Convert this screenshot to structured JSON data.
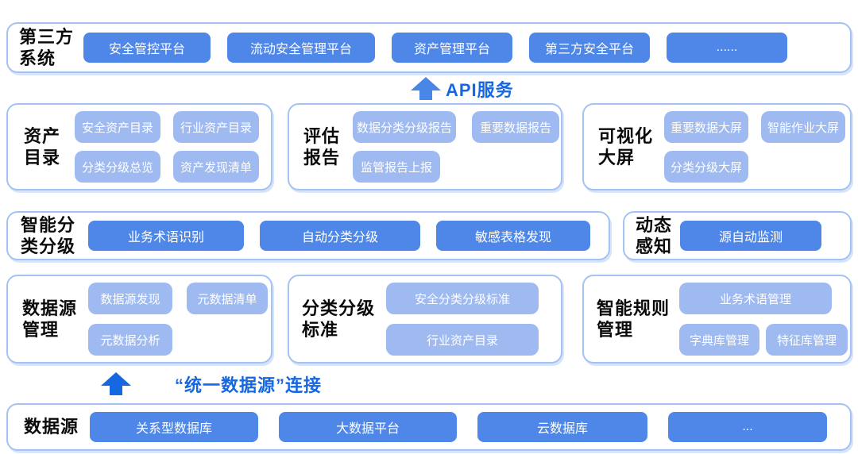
{
  "colors": {
    "dark_btn": "#4e87e8",
    "light_btn": "#9fbaf1",
    "panel_border": "#a4c3f3",
    "arrow_text": "#1667e0",
    "arrow_light": "#4a86e8"
  },
  "arrows": {
    "api": {
      "label": "API服务"
    },
    "unified": {
      "label": "“统一数据源”连接"
    }
  },
  "sections": {
    "third_party": {
      "label_lines": [
        "第三方",
        "系统"
      ],
      "items": [
        "安全管控平台",
        "流动安全管理平台",
        "资产管理平台",
        "第三方安全平台",
        "......"
      ]
    },
    "asset_catalog": {
      "label_lines": [
        "资产",
        "目录"
      ],
      "items": [
        "安全资产目录",
        "行业资产目录",
        "分类分级总览",
        "资产发现清单"
      ]
    },
    "assessment_report": {
      "label_lines": [
        "评估",
        "报告"
      ],
      "items": [
        "数据分类分级报告",
        "重要数据报告",
        "监管报告上报"
      ]
    },
    "visual_screen": {
      "label_lines": [
        "可视化",
        "大屏"
      ],
      "items": [
        "重要数据大屏",
        "智能作业大屏",
        "分类分级大屏"
      ]
    },
    "intelligent_classification": {
      "label_lines": [
        "智能分",
        "类分级"
      ],
      "items": [
        "业务术语识别",
        "自动分类分级",
        "敏感表格发现"
      ]
    },
    "dynamic_sensing": {
      "label_lines": [
        "动态",
        "感知"
      ],
      "items": [
        "源自动监测"
      ]
    },
    "datasource_mgmt": {
      "label_lines": [
        "数据源",
        "管理"
      ],
      "items": [
        "数据源发现",
        "元数据清单",
        "元数据分析"
      ]
    },
    "classification_standard": {
      "label_lines": [
        "分类分级",
        "标准"
      ],
      "items": [
        "安全分类分级标准",
        "行业资产目录"
      ]
    },
    "rule_mgmt": {
      "label_lines": [
        "智能规则",
        "管理"
      ],
      "items": [
        "业务术语管理",
        "字典库管理",
        "特征库管理"
      ]
    },
    "datasource": {
      "label_lines": [
        "数据源"
      ],
      "items": [
        "关系型数据库",
        "大数据平台",
        "云数据库",
        "..."
      ]
    }
  }
}
